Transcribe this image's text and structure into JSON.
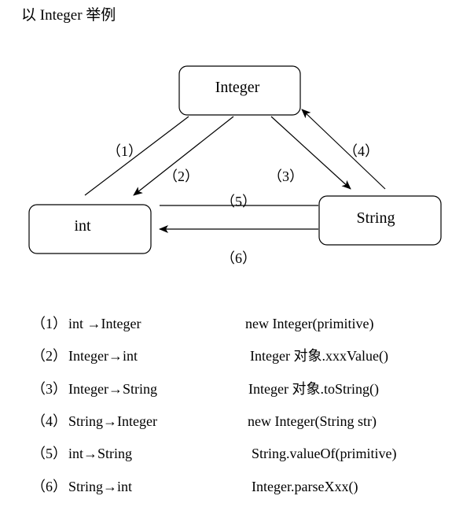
{
  "heading": "以 Integer 举例",
  "nodes": {
    "integer": "Integer",
    "int": "int",
    "string": "String"
  },
  "edge_labels": {
    "e1": "（1）",
    "e2": "（2）",
    "e3": "（3）",
    "e4": "（4）",
    "e5": "（5）",
    "e6": "（6）"
  },
  "conversions": [
    {
      "num": "（1）",
      "conv": "int →Integer",
      "method": "new Integer(primitive)"
    },
    {
      "num": "（2）",
      "conv": "Integer→int",
      "method": "Integer 对象.xxxValue()"
    },
    {
      "num": "（3）",
      "conv": "Integer→String",
      "method": "Integer 对象.toString()"
    },
    {
      "num": "（4）",
      "conv": "String→Integer",
      "method": "new Integer(String str)"
    },
    {
      "num": "（5）",
      "conv": "int→String",
      "method": "String.valueOf(primitive)"
    },
    {
      "num": "（6）",
      "conv": "String→int",
      "method": "Integer.parseXxx()"
    }
  ]
}
